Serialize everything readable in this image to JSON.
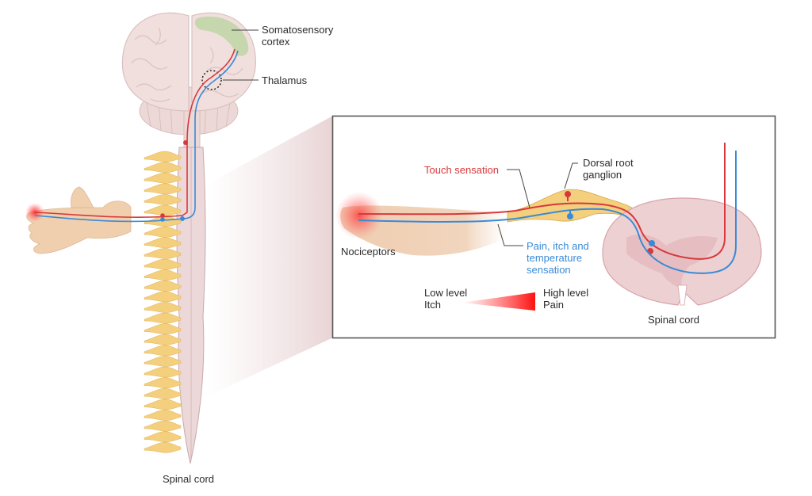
{
  "diagram": {
    "title": "Sensory pathways from skin to somatosensory cortex",
    "colors": {
      "touch_pathway": "#d9383a",
      "pain_pathway": "#3a8ad6",
      "cortex_highlight": "#b7d49c",
      "tissue": "#f0dedf",
      "ganglion": "#f3cf7e",
      "skin": "#f0cfae",
      "inset_border": "#555555"
    },
    "overview_labels": {
      "somatosensory_cortex": "Somatosensory\ncortex",
      "thalamus": "Thalamus",
      "spinal_cord": "Spinal cord"
    },
    "inset": {
      "touch_sensation": "Touch sensation",
      "dorsal_root_ganglion": "Dorsal root\nganglion",
      "nociceptors": "Nociceptors",
      "pain_itch_temperature": "Pain, itch and\ntemperature\nsensation",
      "intensity_scale": {
        "low_label": "Low level\nItch",
        "high_label": "High level\nPain"
      },
      "spinal_cord": "Spinal cord"
    }
  }
}
